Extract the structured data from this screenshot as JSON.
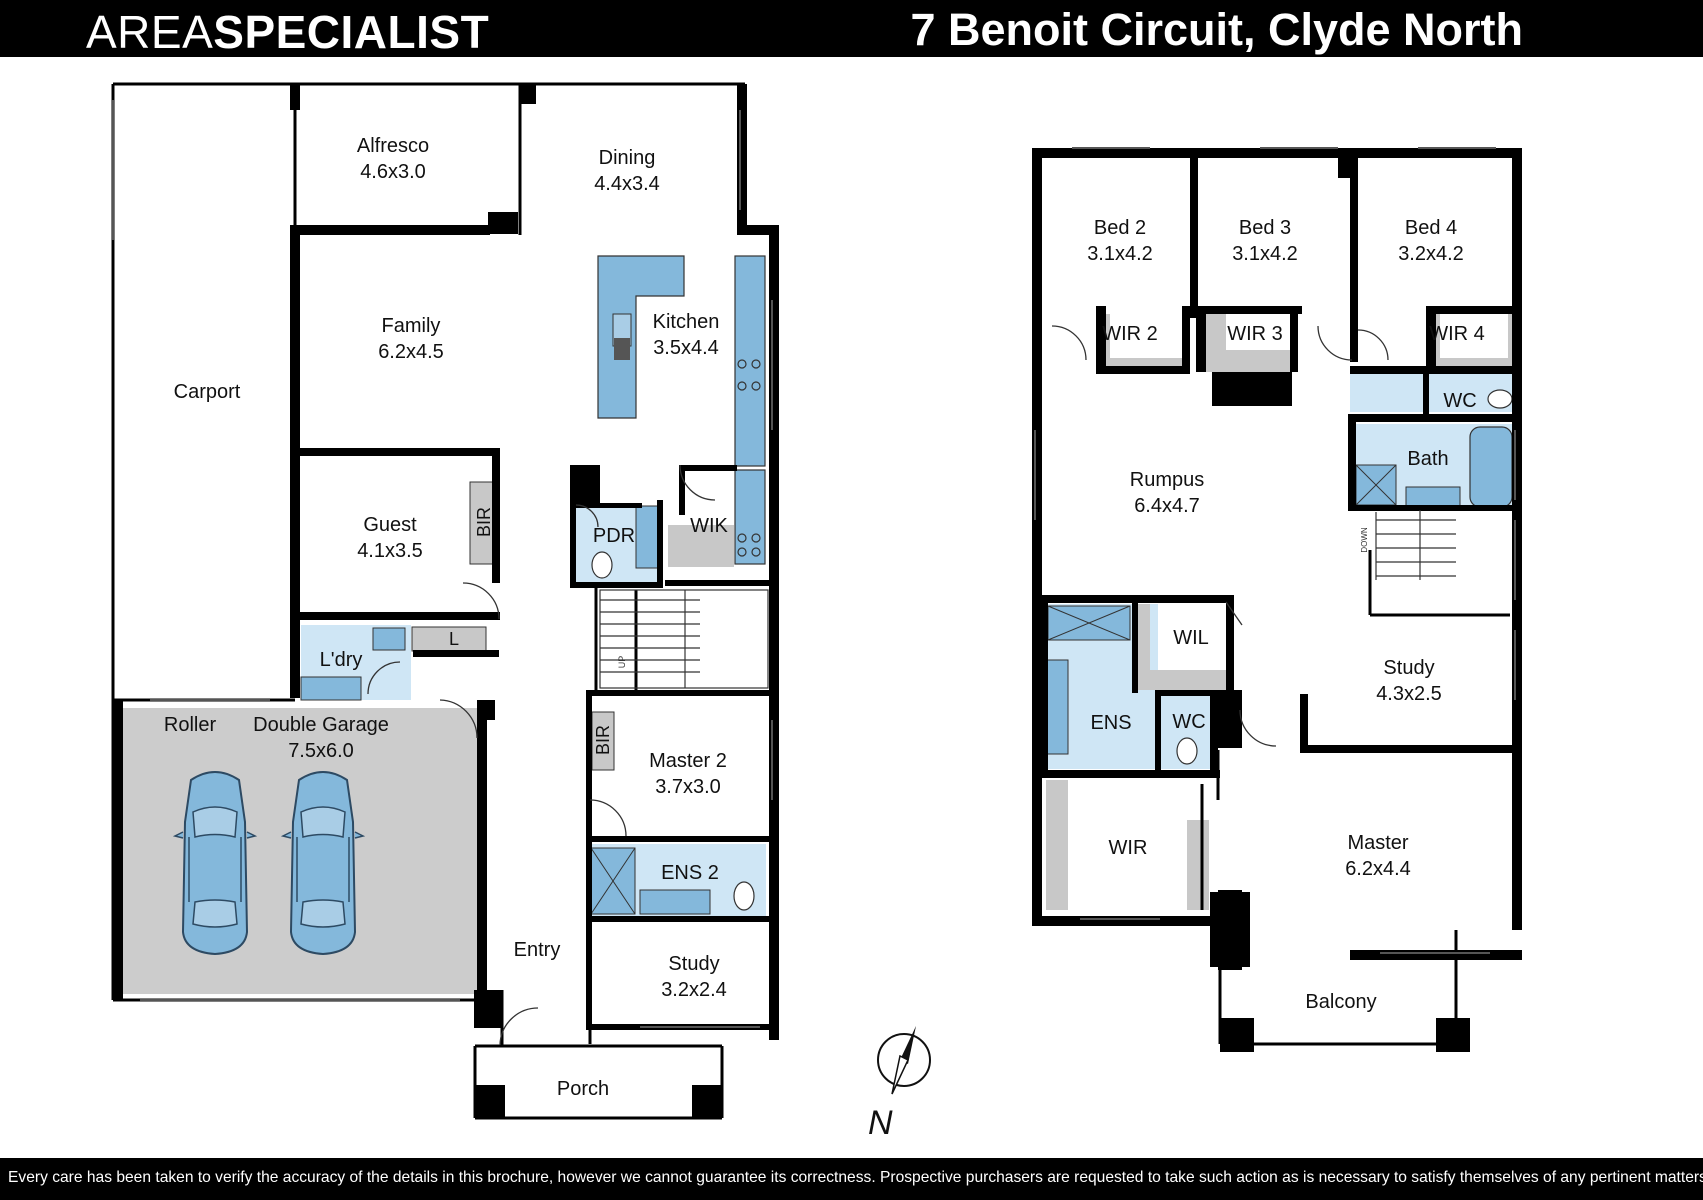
{
  "header": {
    "brand_part1": "AREA",
    "brand_part2": "SPECIALIST",
    "address": "7 Benoit Circuit, Clyde North"
  },
  "footer": {
    "disclaimer": "Every care has been taken to verify the accuracy of the details in this brochure, however we cannot guarantee its correctness. Prospective purchasers are requested to take such action as is necessary to satisfy themselves of any pertinent matters."
  },
  "ground_floor": {
    "alfresco": {
      "name": "Alfresco",
      "size": "4.6x3.0"
    },
    "dining": {
      "name": "Dining",
      "size": "4.4x3.4"
    },
    "family": {
      "name": "Family",
      "size": "6.2x4.5"
    },
    "kitchen": {
      "name": "Kitchen",
      "size": "3.5x4.4"
    },
    "carport": {
      "name": "Carport"
    },
    "guest": {
      "name": "Guest",
      "size": "4.1x3.5"
    },
    "guest_bir": "BIR",
    "pdr": "PDR",
    "wik": "WIK",
    "laundry": "L'dry",
    "linen": "L",
    "roller": "Roller",
    "garage": {
      "name": "Double Garage",
      "size": "7.5x6.0"
    },
    "master2": {
      "name": "Master 2",
      "size": "3.7x3.0"
    },
    "master2_bir": "BIR",
    "ens2": "ENS 2",
    "entry": "Entry",
    "study": {
      "name": "Study",
      "size": "3.2x2.4"
    },
    "porch": "Porch",
    "stair_label": "UP"
  },
  "first_floor": {
    "bed2": {
      "name": "Bed 2",
      "size": "3.1x4.2"
    },
    "bed3": {
      "name": "Bed 3",
      "size": "3.1x4.2"
    },
    "bed4": {
      "name": "Bed 4",
      "size": "3.2x4.2"
    },
    "wir2": "WIR 2",
    "wir3": "WIR 3",
    "wir4": "WIR 4",
    "wc_upper": "WC",
    "bath": "Bath",
    "rumpus": {
      "name": "Rumpus",
      "size": "6.4x4.7"
    },
    "wil": "WIL",
    "ens": "ENS",
    "wc_ens": "WC",
    "study": {
      "name": "Study",
      "size": "4.3x2.5"
    },
    "wir": "WIR",
    "master": {
      "name": "Master",
      "size": "6.2x4.4"
    },
    "balcony": "Balcony",
    "stair_label": "DOWN"
  },
  "compass": {
    "label": "N"
  },
  "colors": {
    "wall": "#000000",
    "wet_area": "#cfe6f5",
    "fixture": "#84b8db",
    "garage": "#cccccc",
    "cabinet": "#c8c8c8"
  }
}
